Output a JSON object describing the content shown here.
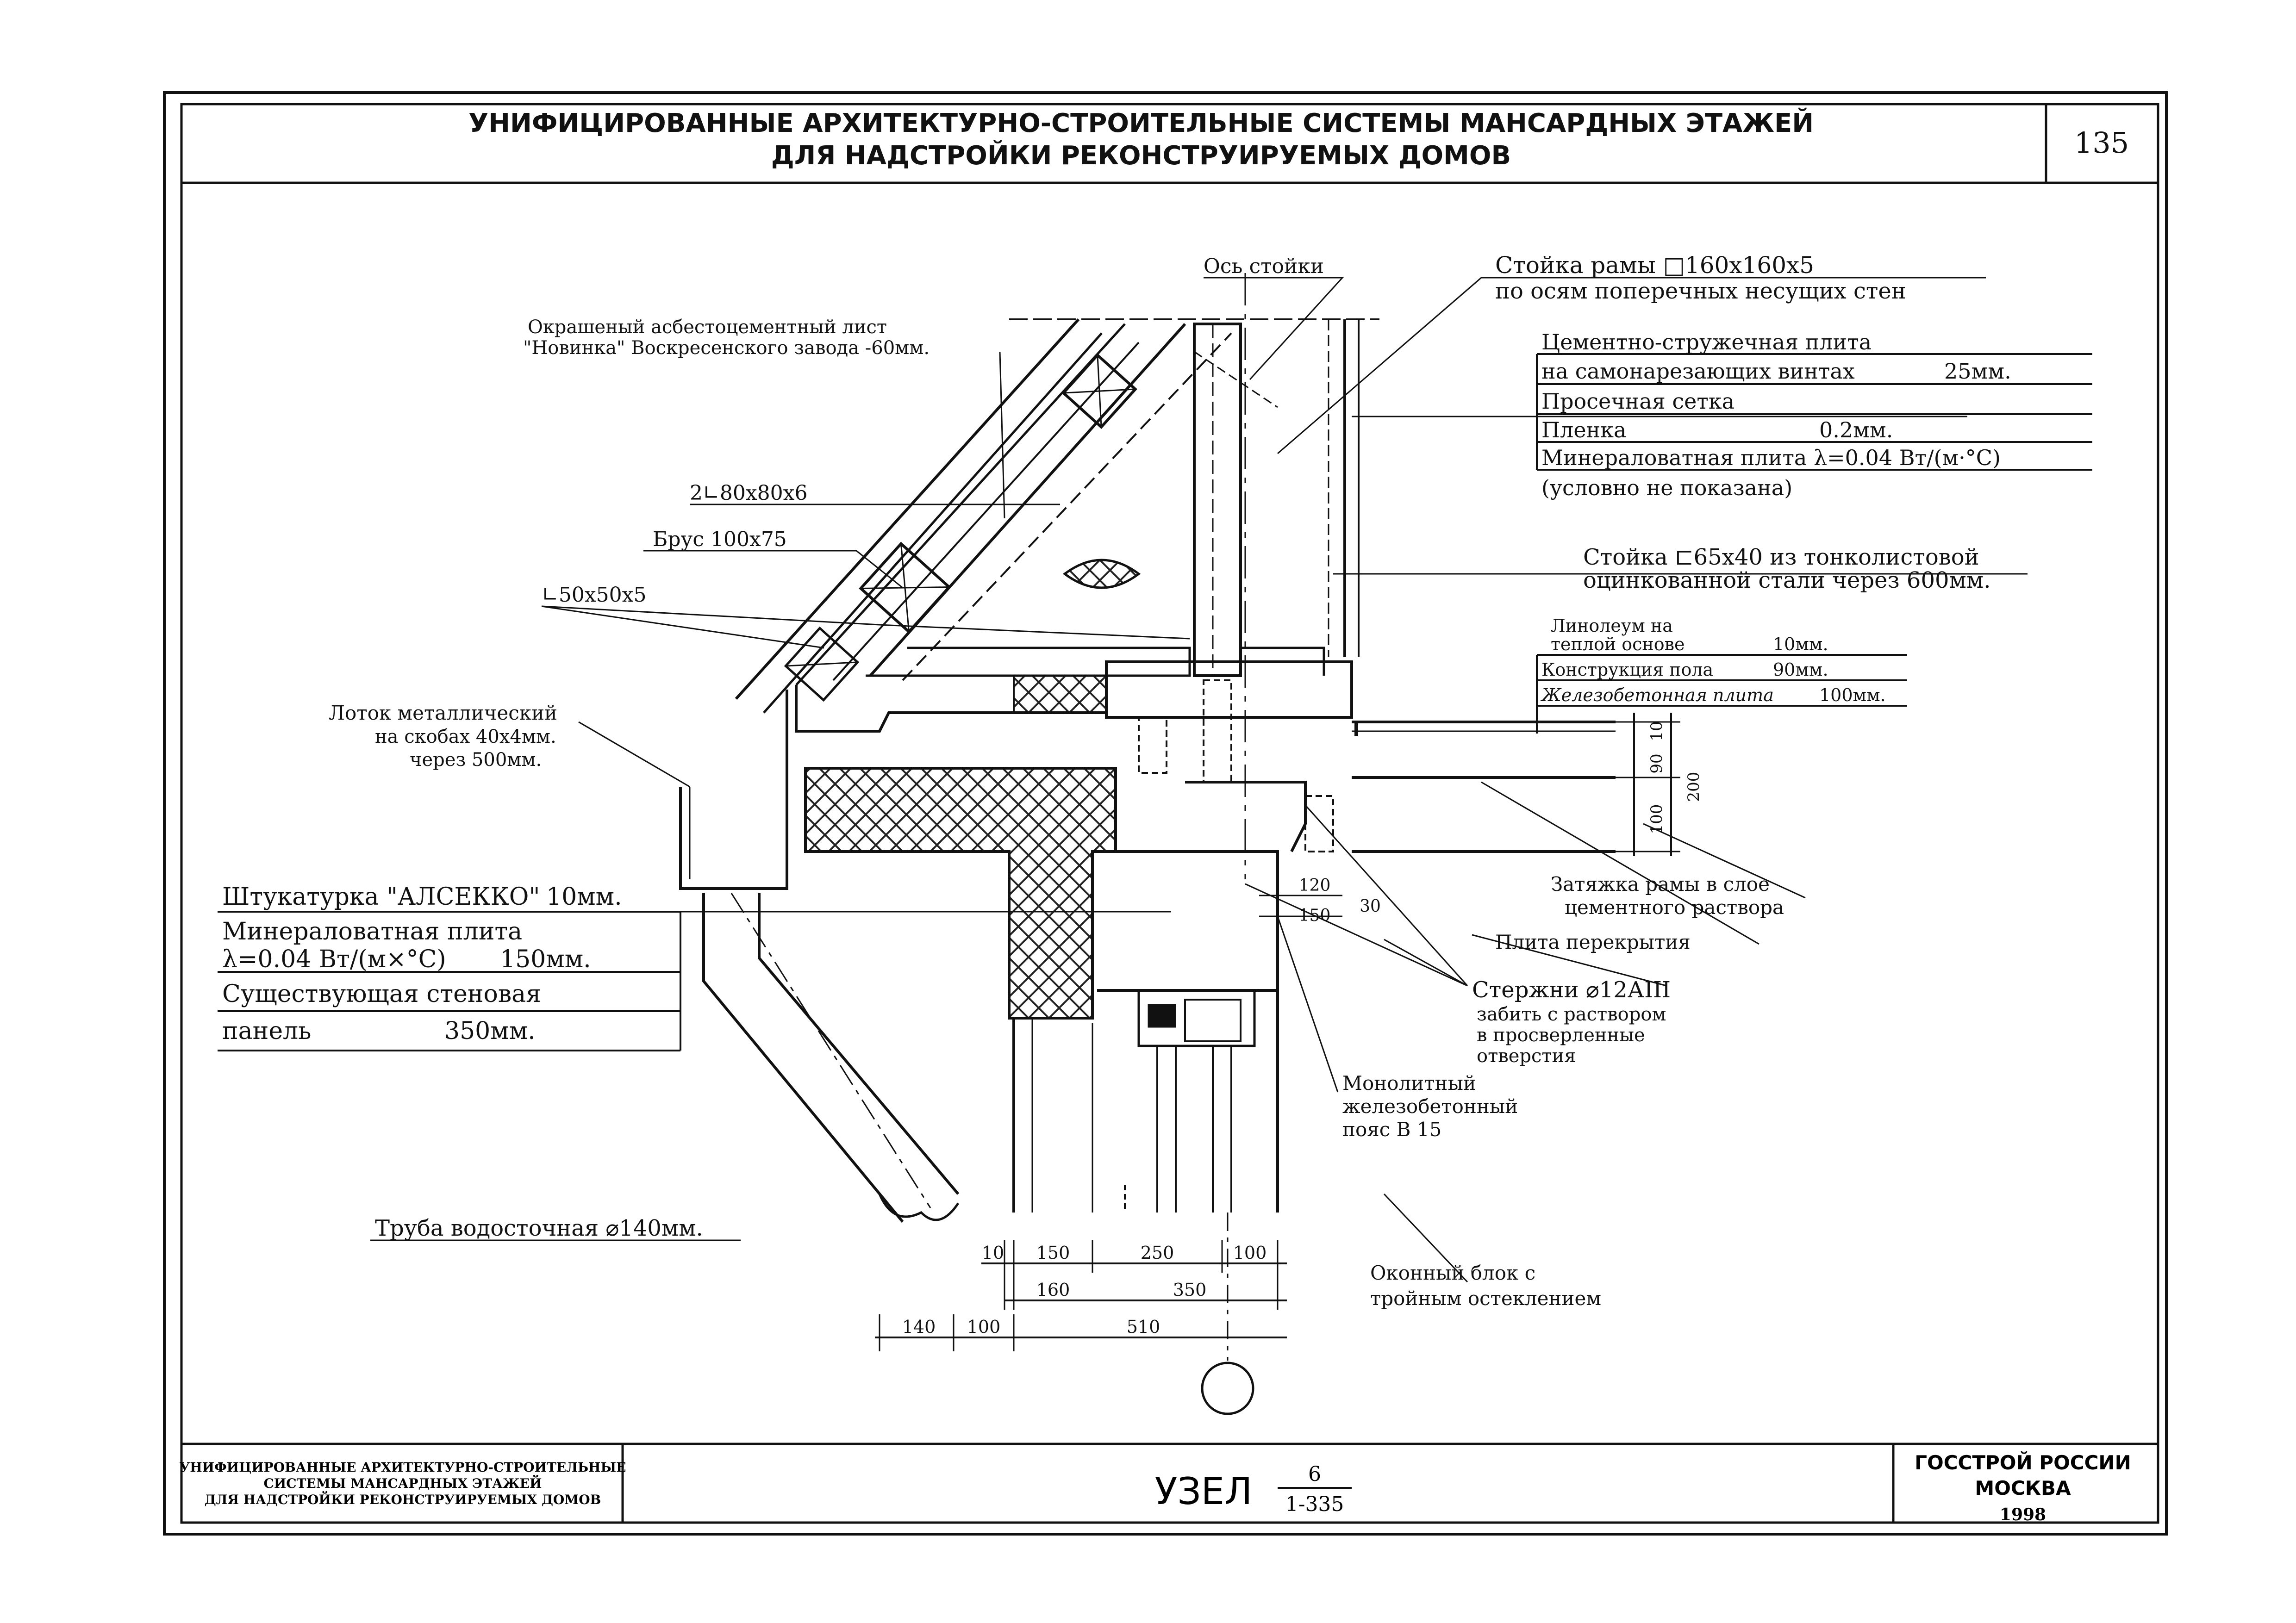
{
  "header": {
    "title_line1": "УНИФИЦИРОВАННЫЕ АРХИТЕКТУРНО-СТРОИТЕЛЬНЫЕ СИСТЕМЫ МАНСАРДНЫХ ЭТАЖЕЙ",
    "title_line2": "ДЛЯ НАДСТРОЙКИ РЕКОНСТРУИРУЕМЫХ ДОМОВ",
    "page_number": "135"
  },
  "labels": {
    "axis": "Ось стойки",
    "frame_post_1": "Стойка рамы □160х160х5",
    "frame_post_2": "по осям поперечных несущих стен",
    "sheet_1": "Окрашеный асбестоцементный лист",
    "sheet_2": "\"Новинка\" Воскресенского завода -60мм.",
    "angle_2l": "2∟80х80х6",
    "beam": "Брус 100х75",
    "angle_l": "∟50х50х5",
    "gutter_1": "Лоток металлический",
    "gutter_2": "на скобах 40х4мм.",
    "gutter_3": "через 500мм.",
    "post_thin_1": "Стойка ⊏65х40 из тонколистовой",
    "post_thin_2": "оцинкованной стали через 600мм.",
    "tie_1": "Затяжка рамы в слое",
    "tie_2": "цементного раствора",
    "slab": "Плита перекрытия",
    "rods_1": "Стержни ⌀12АIII",
    "rods_2": "забить с раствором",
    "rods_3": "в просверленные",
    "rods_4": "отверстия",
    "belt_1": "Монолитный",
    "belt_2": "железобетонный",
    "belt_3": "пояс В 15",
    "pipe": "Труба водосточная ⌀140мм.",
    "window_1": "Оконный блок с",
    "window_2": "тройным остеклением"
  },
  "wall_layers": {
    "r1": "Цементно-стружечная плита",
    "r2a": "на самонарезающих винтах",
    "r2b": "25мм.",
    "r3": "Просечная сетка",
    "r4a": "Пленка",
    "r4b": "0.2мм.",
    "r5": "Минераловатная плита λ=0.04 Вт/(м·°С)",
    "r6": "(условно не показана)"
  },
  "floor_layers": {
    "r1a": "Линолеум на",
    "r1b": "теплой основе",
    "r1c": "10мм.",
    "r2a": "Конструкция пола",
    "r2b": "90мм.",
    "r3a": "Железобетонная плита",
    "r3b": "100мм."
  },
  "ext_wall_layers": {
    "r1a": "Штукатурка \"АЛСЕККО\"",
    "r1b": "10мм.",
    "r2": "Минераловатная плита",
    "r3a": "λ=0.04 Вт/(м×°С)",
    "r3b": "150мм.",
    "r4": "Существующая стеновая",
    "r5a": "панель",
    "r5b": "350мм."
  },
  "dims": {
    "d10": "10",
    "d150": "150",
    "d250": "250",
    "d100": "100",
    "d160": "160",
    "d350": "350",
    "d140": "140",
    "d100b": "100",
    "d510": "510",
    "d120": "120",
    "d150b": "150",
    "d30": "30",
    "v10": "10",
    "v90": "90",
    "v100": "100",
    "v200": "200"
  },
  "footer": {
    "left_1": "УНИФИЦИРОВАННЫЕ АРХИТЕКТУРНО-СТРОИТЕЛЬНЫЕ",
    "left_2": "СИСТЕМЫ МАНСАРДНЫХ ЭТАЖЕЙ",
    "left_3": "ДЛЯ НАДСТРОЙКИ РЕКОНСТРУИРУЕМЫХ ДОМОВ",
    "node_label": "УЗЕЛ",
    "node_num": "6",
    "node_series": "1-335",
    "right_1": "ГОССТРОЙ РОССИИ",
    "right_2": "МОСКВА",
    "right_3": "1998"
  }
}
